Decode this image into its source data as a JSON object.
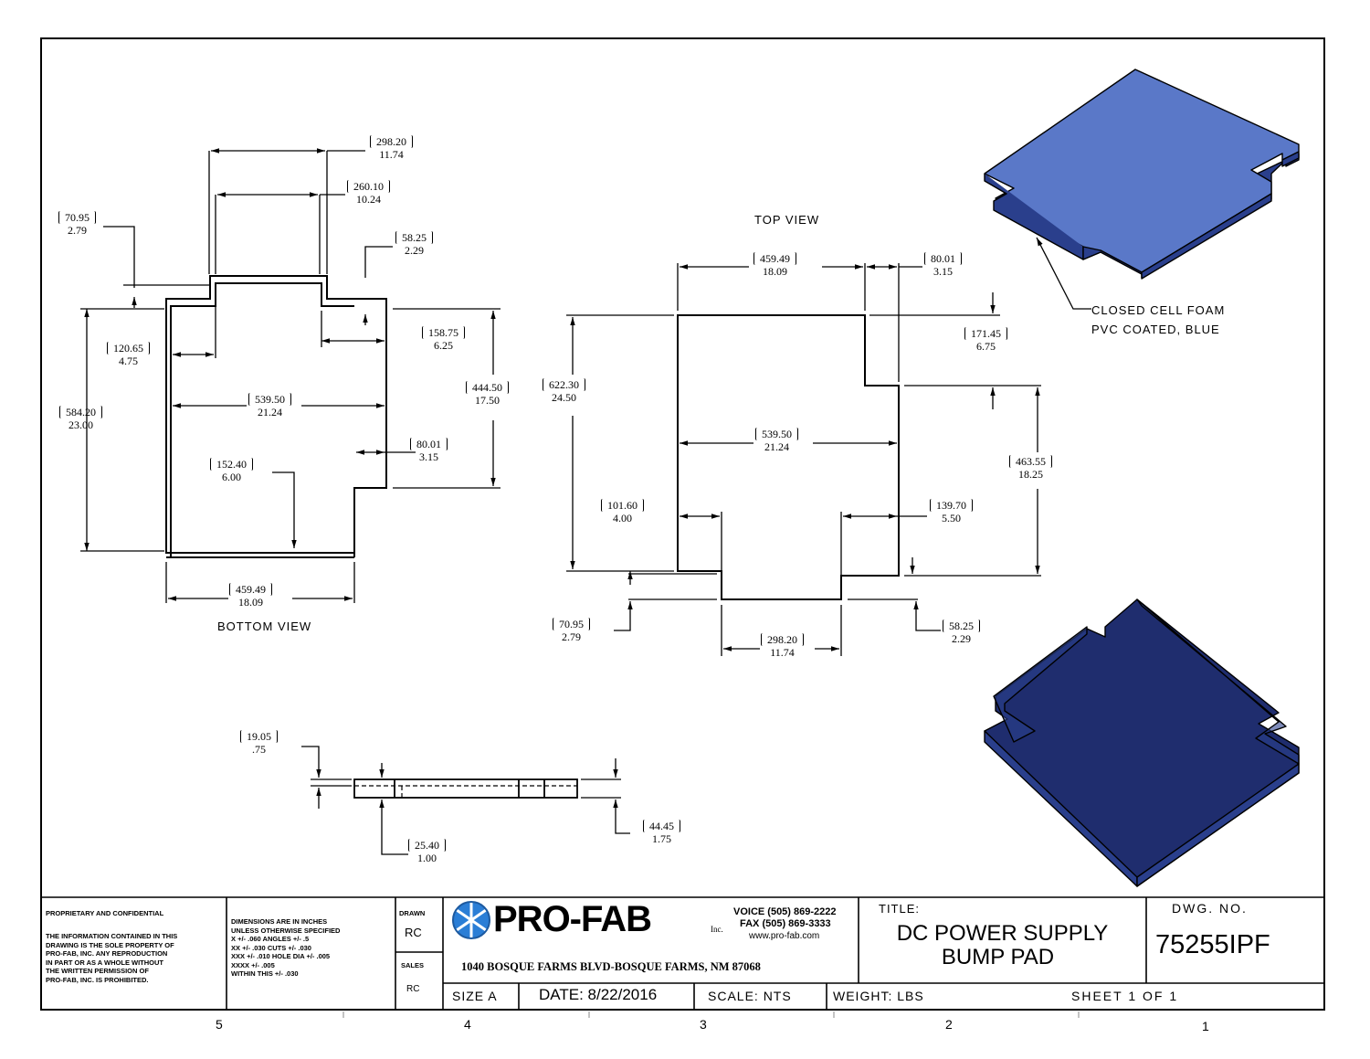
{
  "views": {
    "top_label": "TOP VIEW",
    "bottom_label": "BOTTOM VIEW",
    "material_note": [
      "CLOSED CELL FOAM",
      "PVC COATED, BLUE"
    ]
  },
  "dims": {
    "b_298": {
      "mm": "298.20",
      "in": "11.74"
    },
    "b_260": {
      "mm": "260.10",
      "in": "10.24"
    },
    "b_70": {
      "mm": "70.95",
      "in": "2.79"
    },
    "b_58": {
      "mm": "58.25",
      "in": "2.29"
    },
    "b_120": {
      "mm": "120.65",
      "in": "4.75"
    },
    "b_158": {
      "mm": "158.75",
      "in": "6.25"
    },
    "b_584": {
      "mm": "584.20",
      "in": "23.00"
    },
    "b_539": {
      "mm": "539.50",
      "in": "21.24"
    },
    "b_444": {
      "mm": "444.50",
      "in": "17.50"
    },
    "b_80": {
      "mm": "80.01",
      "in": "3.15"
    },
    "b_152": {
      "mm": "152.40",
      "in": "6.00"
    },
    "b_459": {
      "mm": "459.49",
      "in": "18.09"
    },
    "t_459": {
      "mm": "459.49",
      "in": "18.09"
    },
    "t_80": {
      "mm": "80.01",
      "in": "3.15"
    },
    "t_171": {
      "mm": "171.45",
      "in": "6.75"
    },
    "t_622": {
      "mm": "622.30",
      "in": "24.50"
    },
    "t_539": {
      "mm": "539.50",
      "in": "21.24"
    },
    "t_463": {
      "mm": "463.55",
      "in": "18.25"
    },
    "t_101": {
      "mm": "101.60",
      "in": "4.00"
    },
    "t_139": {
      "mm": "139.70",
      "in": "5.50"
    },
    "t_70": {
      "mm": "70.95",
      "in": "2.79"
    },
    "t_58": {
      "mm": "58.25",
      "in": "2.29"
    },
    "t_298": {
      "mm": "298.20",
      "in": "11.74"
    },
    "s_19": {
      "mm": "19.05",
      "in": ".75"
    },
    "s_25": {
      "mm": "25.40",
      "in": "1.00"
    },
    "s_44": {
      "mm": "44.45",
      "in": "1.75"
    }
  },
  "title_block": {
    "proprietary_title": "PROPRIETARY AND CONFIDENTIAL",
    "proprietary_body": "THE INFORMATION CONTAINED IN THIS\nDRAWING IS THE SOLE PROPERTY OF\nPRO-FAB, INC. ANY REPRODUCTION\nIN PART OR AS A WHOLE WITHOUT\nTHE WRITTEN PERMISSION OF\nPRO-FAB, INC. IS PROHIBITED.",
    "tolerances": "DIMENSIONS ARE IN INCHES\nUNLESS OTHERWISE SPECIFIED\nX +/- .060      ANGLES +/- .5\nXX +/- .030     CUTS +/- .030\nXXX +/- .010    HOLE DIA +/- .005\nXXXX +/- .005\nWITHIN THIS +/- .030",
    "drawn_label": "DRAWN",
    "drawn_value": "RC",
    "sales_label": "SALES",
    "sales_value": "RC",
    "logo_text": "PRO-FAB",
    "logo_suffix": "Inc.",
    "voice": "VOICE (505) 869-2222",
    "fax": "FAX (505) 869-3333",
    "web": "www.pro-fab.com",
    "address": "1040 BOSQUE FARMS BLVD-BOSQUE FARMS, NM 87068",
    "title_label": "TITLE:",
    "title_line1": "DC POWER SUPPLY",
    "title_line2": "BUMP PAD",
    "dwg_label": "DWG. NO.",
    "dwg_no": "75255IPF",
    "size": "SIZE  A",
    "date": "DATE:   8/22/2016",
    "scale": "SCALE: NTS",
    "weight": "WEIGHT: LBS",
    "sheet": "SHEET 1 OF 1"
  },
  "zones": [
    "5",
    "4",
    "3",
    "2",
    "1"
  ],
  "colors": {
    "top_face": "#5a78c8",
    "side": "#2a3f8c",
    "bottom_face": "#1f2d6e",
    "line": "#000000"
  }
}
